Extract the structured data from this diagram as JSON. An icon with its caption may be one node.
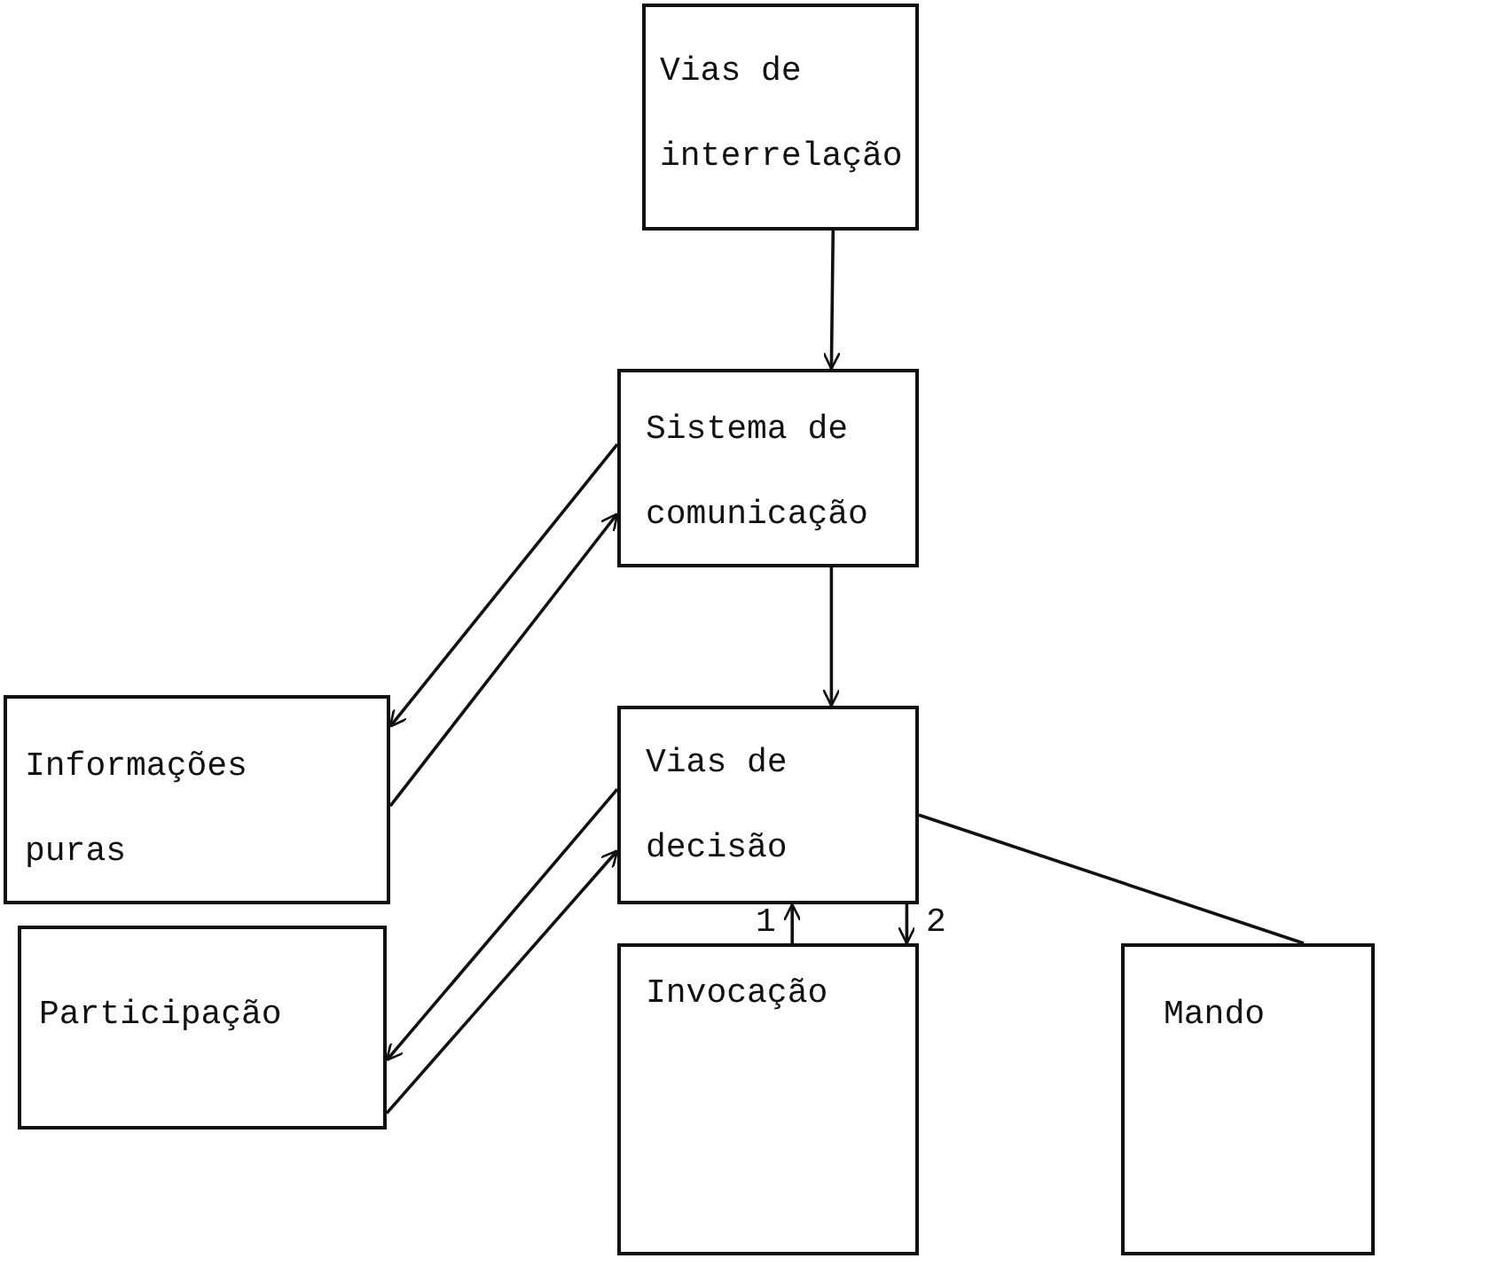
{
  "diagram": {
    "nodes": [
      {
        "text": [
          "Vias de interrelação"
        ]
      },
      {
        "text": [
          "Sistema de comunicação"
        ]
      },
      {
        "text": [
          "Informações puras"
        ]
      },
      {
        "text": [
          "Vias de decisão"
        ]
      },
      {
        "text": [
          "Participação"
        ]
      },
      {
        "text": [
          "Invocação"
        ]
      },
      {
        "text": [
          "Mando"
        ]
      }
    ],
    "edges": [
      {
        "from": 0,
        "to": 1,
        "arrow": "to"
      },
      {
        "from": 1,
        "to": 2,
        "arrow": "to"
      },
      {
        "from": 2,
        "to": 1,
        "arrow": "to"
      },
      {
        "from": 1,
        "to": 3,
        "arrow": "to"
      },
      {
        "from": 3,
        "to": 4,
        "arrow": "to"
      },
      {
        "from": 4,
        "to": 3,
        "arrow": "to"
      },
      {
        "from": 5,
        "to": 3,
        "arrow": "to",
        "label": "1"
      },
      {
        "from": 3,
        "to": 5,
        "arrow": "to",
        "label": "2"
      },
      {
        "from": 3,
        "to": 6,
        "arrow": "none"
      }
    ]
  }
}
